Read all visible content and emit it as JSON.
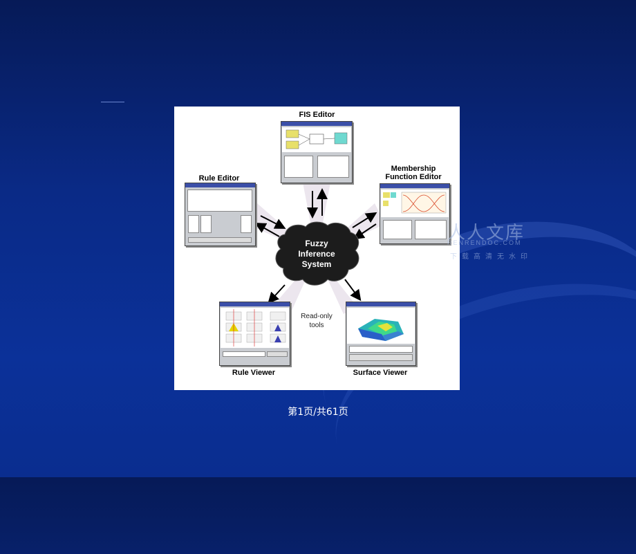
{
  "diagram": {
    "center": [
      "Fuzzy",
      "Inference",
      "System"
    ],
    "nodes": {
      "fis_editor": "FIS Editor",
      "membership": [
        "Membership",
        "Function Editor"
      ],
      "rule_editor": "Rule Editor",
      "rule_viewer": "Rule Viewer",
      "surface_viewer": "Surface Viewer"
    },
    "note": [
      "Read-only",
      "tools"
    ]
  },
  "watermark": {
    "logo": "人人文库",
    "sub": "RENRENDOC.COM",
    "cn": "下载高清无水印"
  },
  "footer": {
    "page": "第1页/共61页"
  },
  "colors": {
    "background": "#0a2a86",
    "blob": "#1a1a1a",
    "win_title": "#3b4fa8"
  }
}
